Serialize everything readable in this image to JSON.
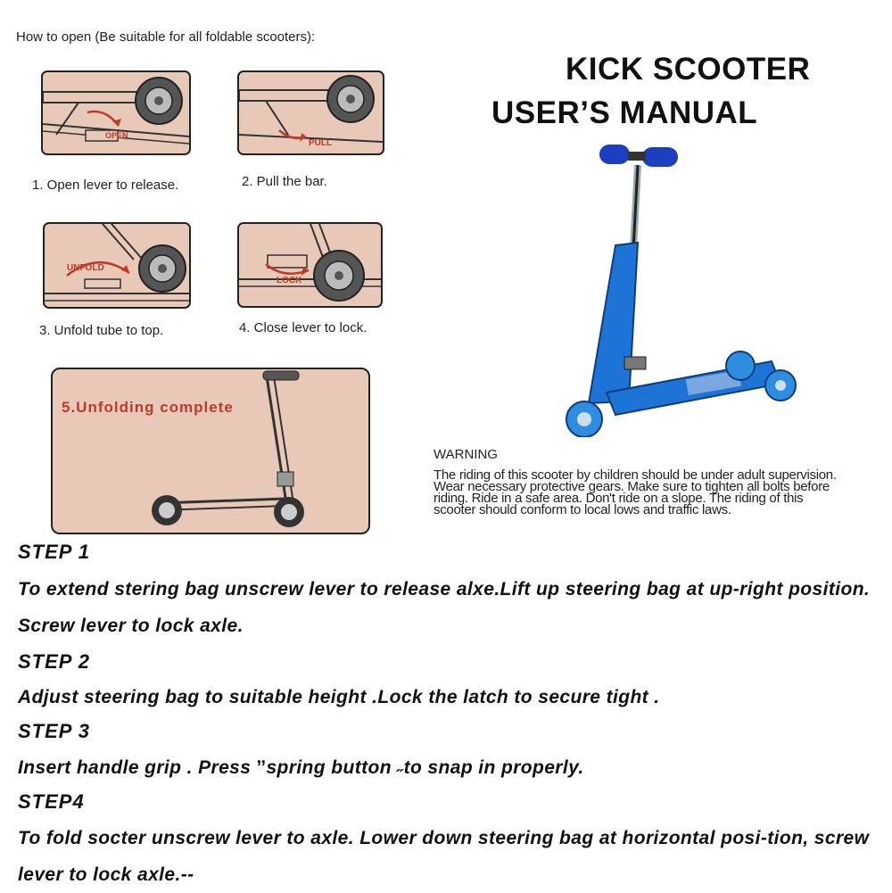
{
  "intro": "How to open (Be suitable for all foldable scooters):",
  "title": {
    "line1": "KICK SCOOTER",
    "line2": "USER’S MANUAL"
  },
  "panels": [
    {
      "img_label": "OPEN",
      "caption": "1. Open lever to release."
    },
    {
      "img_label": "PULL",
      "caption": "2. Pull the bar."
    },
    {
      "img_label": "UNFOLD",
      "caption": "3. Unfold tube to top."
    },
    {
      "img_label": "LOCK",
      "caption": "4. Close lever to lock."
    }
  ],
  "panel5_label": "5.Unfolding complete",
  "warning": {
    "heading": "WARNING",
    "body": "The riding of this scooter by children should be under adult supervision. Wear necessary protective gears. Make sure to tighten all bolts before riding. Ride in a safe area. Don't ride on a slope. The riding of this scooter should conform to local lows and traffic laws."
  },
  "steps": [
    {
      "heading": "STEP 1",
      "text": "To extend stering bag unscrew lever to release alxe.Lift up steering bag at up-right position. Screw lever to lock axle."
    },
    {
      "heading": "STEP 2",
      "text": "Adjust steering bag to suitable height .Lock the latch to secure tight ."
    },
    {
      "heading": "STEP 3",
      "text": "Insert handle grip . Press ˮspring button ˶to snap in properly."
    },
    {
      "heading": "STEP4",
      "text": "To fold socter unscrew lever to axle. Lower down steering bag at horizontal posi-tion, screw lever to lock axle.--"
    }
  ],
  "colors": {
    "panel_bg": "#e8c9b8",
    "label_red": "#c0392b",
    "scooter_blue": "#1e73d6",
    "grip_blue": "#1a3fbf"
  }
}
